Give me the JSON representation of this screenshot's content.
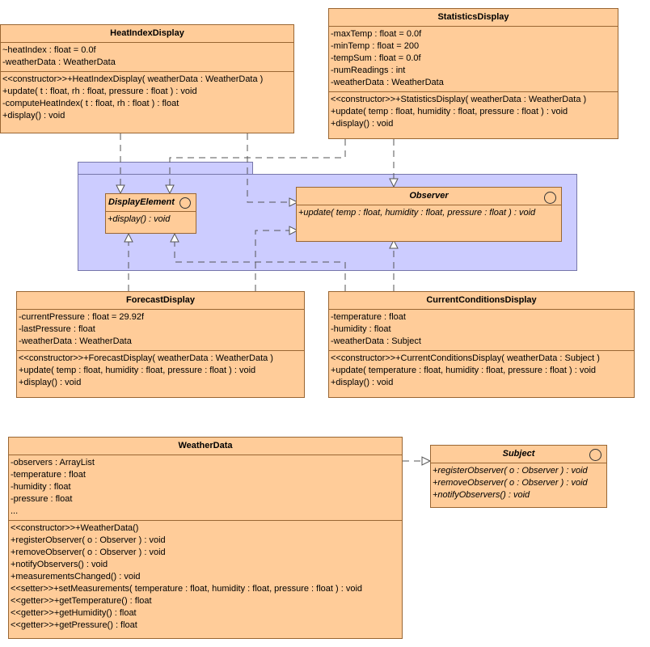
{
  "classes": {
    "heat": {
      "name": "HeatIndexDisplay",
      "attrs": [
        "~heatIndex : float = 0.0f",
        "-weatherData : WeatherData"
      ],
      "ops": [
        "<<constructor>>+HeatIndexDisplay( weatherData : WeatherData )",
        "+update( t : float, rh : float, pressure : float ) : void",
        "-computeHeatIndex( t : float, rh : float ) : float",
        "+display() : void"
      ]
    },
    "stats": {
      "name": "StatisticsDisplay",
      "attrs": [
        "-maxTemp : float = 0.0f",
        "-minTemp : float = 200",
        "-tempSum : float = 0.0f",
        "-numReadings : int",
        "-weatherData : WeatherData"
      ],
      "ops": [
        "<<constructor>>+StatisticsDisplay( weatherData : WeatherData )",
        "+update( temp : float, humidity : float, pressure : float ) : void",
        "+display() : void"
      ]
    },
    "displayElement": {
      "name": "DisplayElement",
      "ops": [
        "+display() : void"
      ]
    },
    "observer": {
      "name": "Observer",
      "ops": [
        "+update( temp : float, humidity : float, pressure : float ) : void"
      ]
    },
    "forecast": {
      "name": "ForecastDisplay",
      "attrs": [
        "-currentPressure : float = 29.92f",
        "-lastPressure : float",
        "-weatherData : WeatherData"
      ],
      "ops": [
        "<<constructor>>+ForecastDisplay( weatherData : WeatherData )",
        "+update( temp : float, humidity : float, pressure : float ) : void",
        "+display() : void"
      ]
    },
    "current": {
      "name": "CurrentConditionsDisplay",
      "attrs": [
        "-temperature : float",
        "-humidity : float",
        "-weatherData : Subject"
      ],
      "ops": [
        "<<constructor>>+CurrentConditionsDisplay( weatherData : Subject )",
        "+update( temperature : float, humidity : float, pressure : float ) : void",
        "+display() : void"
      ]
    },
    "weather": {
      "name": "WeatherData",
      "attrs": [
        "-observers : ArrayList",
        "-temperature : float",
        "-humidity : float",
        "-pressure : float",
        "..."
      ],
      "ops": [
        "<<constructor>>+WeatherData()",
        "+registerObserver( o : Observer ) : void",
        "+removeObserver( o : Observer ) : void",
        "+notifyObservers() : void",
        "+measurementsChanged() : void",
        "<<setter>>+setMeasurements( temperature : float, humidity : float, pressure : float ) : void",
        "<<getter>>+getTemperature() : float",
        "<<getter>>+getHumidity() : float",
        "<<getter>>+getPressure() : float"
      ]
    },
    "subject": {
      "name": "Subject",
      "ops": [
        "+registerObserver( o : Observer ) : void",
        "+removeObserver( o : Observer ) : void",
        "+notifyObservers() : void"
      ]
    }
  },
  "colors": {
    "class_fill": "#ffcc99",
    "class_border": "#996633",
    "package_fill": "#ccccff",
    "edge": "#555555"
  }
}
